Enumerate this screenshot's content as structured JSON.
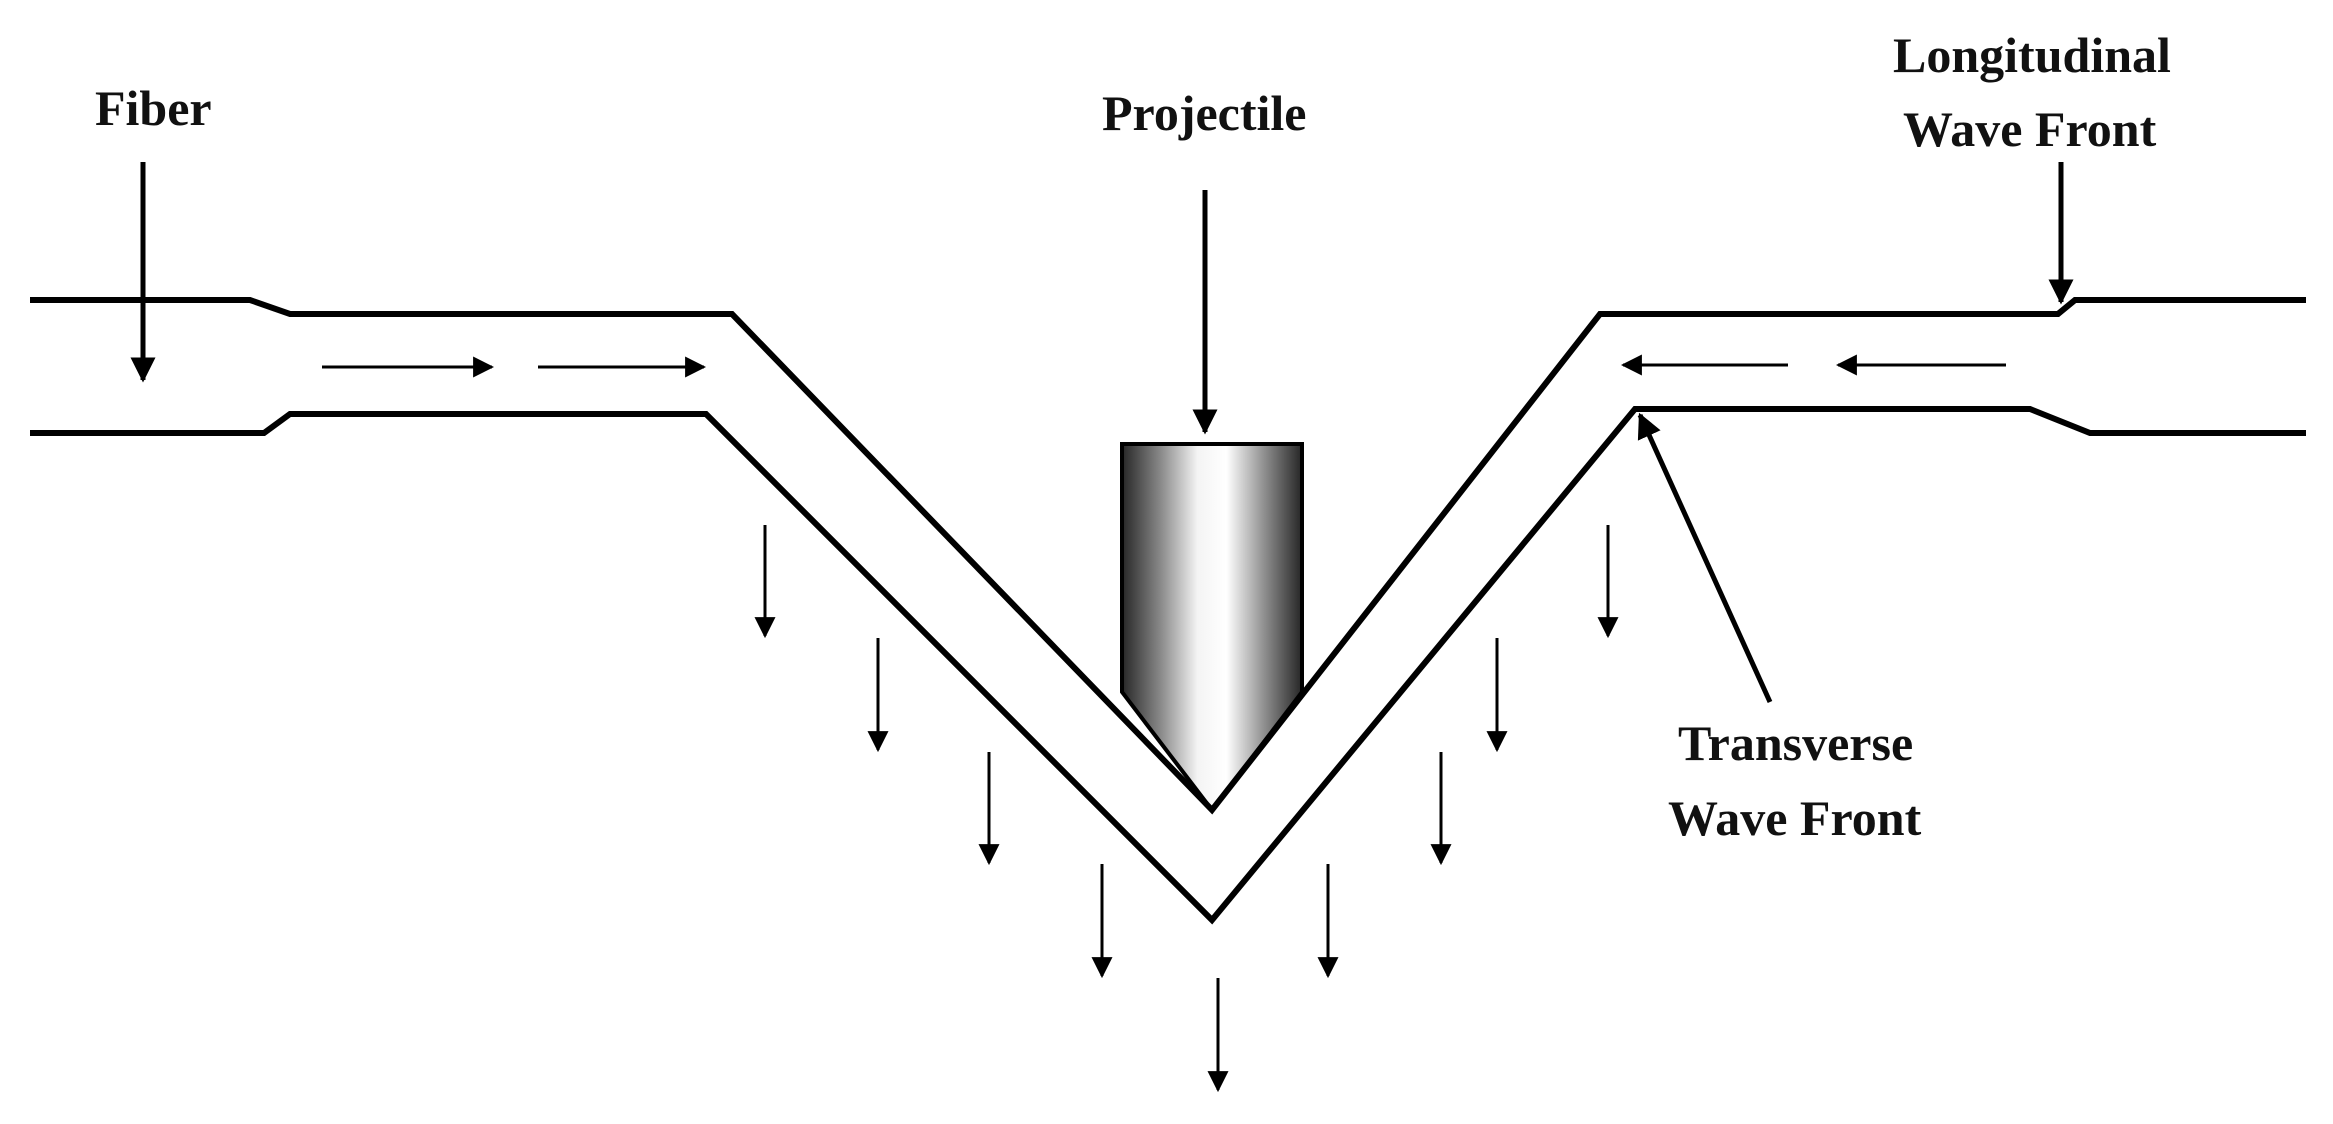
{
  "labels": {
    "fiber": "Fiber",
    "projectile": "Projectile",
    "longitudinal_line1": "Longitudinal",
    "longitudinal_line2": "Wave Front",
    "transverse_line1": "Transverse",
    "transverse_line2": "Wave Front"
  },
  "colors": {
    "line": "#000000",
    "text": "#111111",
    "background": "#ffffff"
  }
}
